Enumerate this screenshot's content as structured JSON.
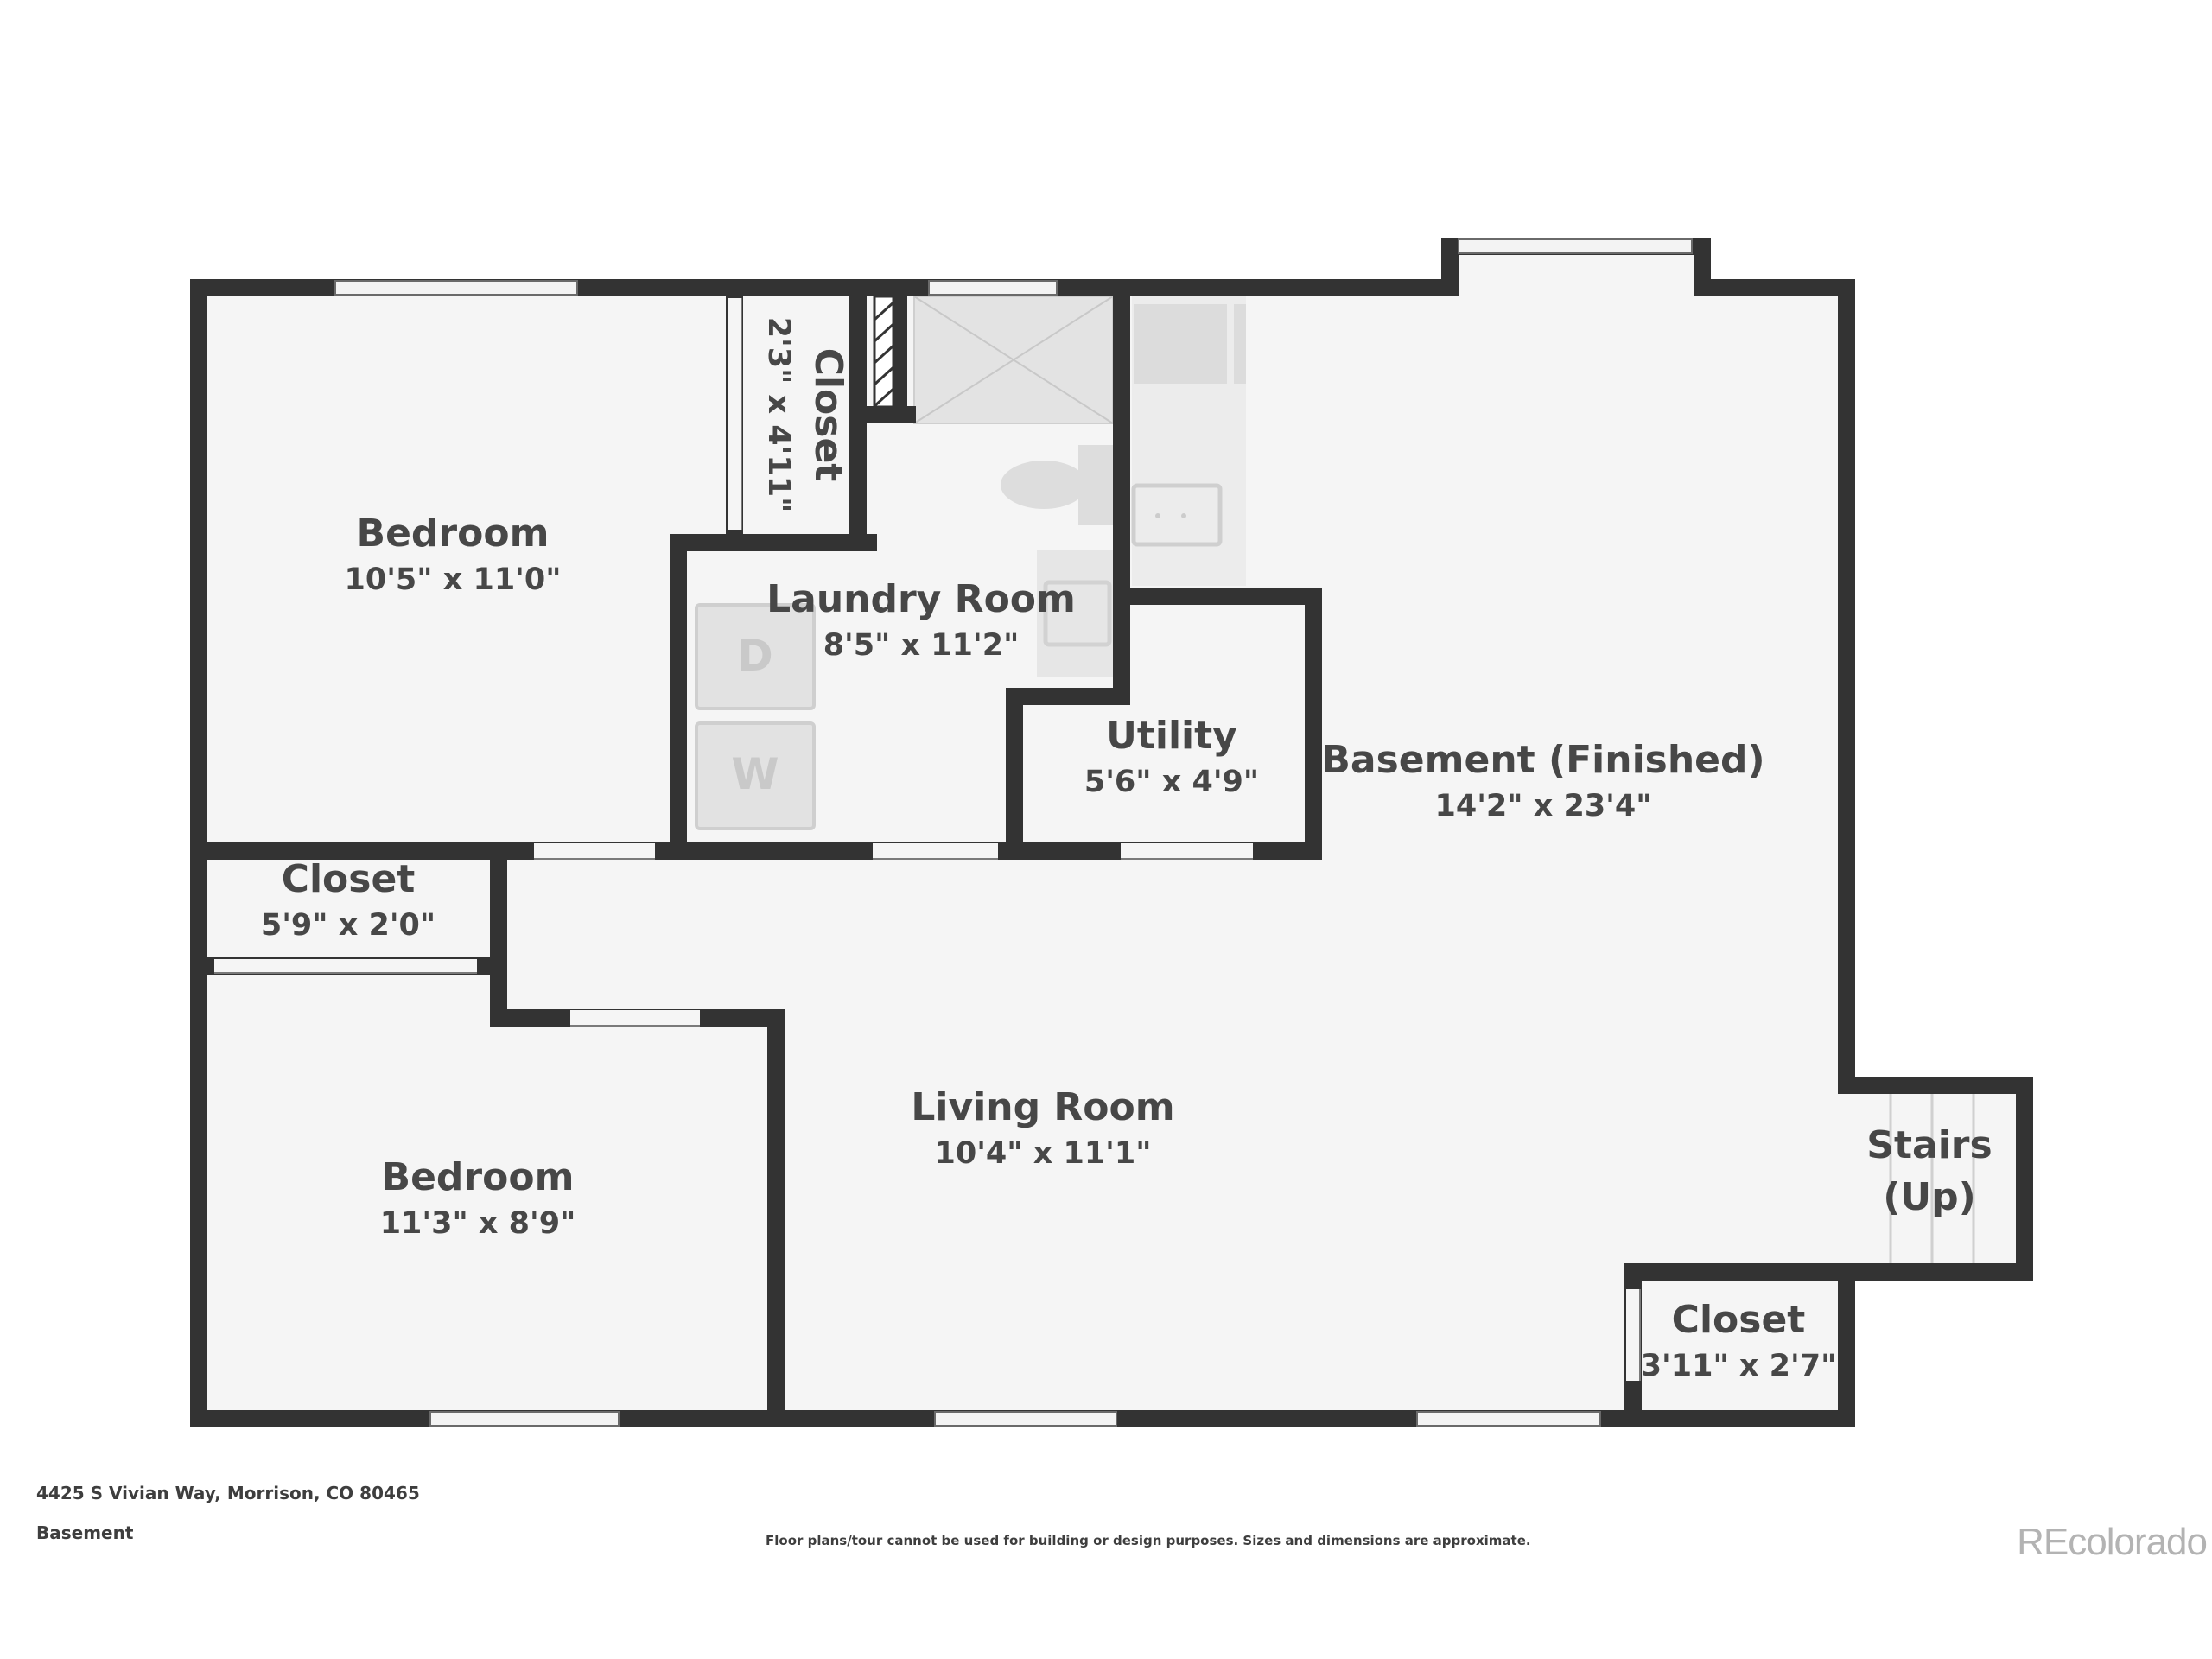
{
  "rooms": {
    "bedroom_top": {
      "name": "Bedroom",
      "dims": "10'5\" x 11'0\""
    },
    "closet_top": {
      "name": "Closet",
      "dims": "2'3\" x 4'11\""
    },
    "laundry": {
      "name": "Laundry Room",
      "dims": "8'5\" x 11'2\""
    },
    "utility": {
      "name": "Utility",
      "dims": "5'6\" x 4'9\""
    },
    "basement": {
      "name": "Basement (Finished)",
      "dims": "14'2\" x 23'4\""
    },
    "closet_mid": {
      "name": "Closet",
      "dims": "5'9\" x 2'0\""
    },
    "living": {
      "name": "Living Room",
      "dims": "10'4\" x 11'1\""
    },
    "bedroom_bottom": {
      "name": "Bedroom",
      "dims": "11'3\" x 8'9\""
    },
    "stairs": {
      "name_line1": "Stairs",
      "name_line2": "(Up)"
    },
    "closet_right": {
      "name": "Closet",
      "dims": "3'11\" x 2'7\""
    }
  },
  "appliances": {
    "dryer": "D",
    "washer": "W"
  },
  "footer": {
    "address": "4425 S Vivian Way, Morrison, CO 80465",
    "level": "Basement",
    "disclaimer": "Floor plans/tour cannot be used for building or design purposes. Sizes and dimensions are approximate.",
    "brand": "REcolorado"
  },
  "colors": {
    "wall": "#333333",
    "floor": "#f5f5f5",
    "fixture": "#dedede",
    "text": "#474747"
  }
}
